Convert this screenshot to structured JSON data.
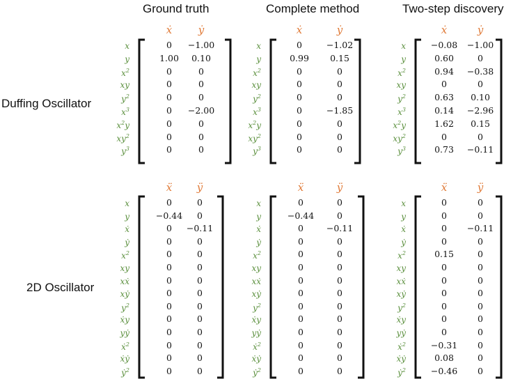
{
  "headers": {
    "ground_truth": "Ground truth",
    "complete": "Complete  method",
    "two_step": "Two-step discovery"
  },
  "systems": {
    "duffing": "Duffing Oscillator",
    "osc2d": "2D Oscillator"
  },
  "duffing": {
    "cols": [
      "ẋ",
      "ẏ"
    ],
    "rows": [
      "x",
      "y",
      "x<sup>2</sup>",
      "xy",
      "y<sup>2</sup>",
      "x<sup>3</sup>",
      "x<sup>2</sup>y",
      "xy<sup>2</sup>",
      "y<sup>3</sup>"
    ],
    "ground_truth": [
      [
        "0",
        "−1.00"
      ],
      [
        "1.00",
        "0.10"
      ],
      [
        "0",
        "0"
      ],
      [
        "0",
        "0"
      ],
      [
        "0",
        "0"
      ],
      [
        "0",
        "−2.00"
      ],
      [
        "0",
        "0"
      ],
      [
        "0",
        "0"
      ],
      [
        "0",
        "0"
      ]
    ],
    "complete": [
      [
        "0",
        "−1.02"
      ],
      [
        "0.99",
        "0.15"
      ],
      [
        "0",
        "0"
      ],
      [
        "0",
        "0"
      ],
      [
        "0",
        "0"
      ],
      [
        "0",
        "−1.85"
      ],
      [
        "0",
        "0"
      ],
      [
        "0",
        "0"
      ],
      [
        "0",
        "0"
      ]
    ],
    "two_step": [
      [
        "−0.08",
        "−1.00"
      ],
      [
        "0.60",
        "0"
      ],
      [
        "0.94",
        "−0.38"
      ],
      [
        "0",
        "0"
      ],
      [
        "0.63",
        "0.10"
      ],
      [
        "0.14",
        "−2.96"
      ],
      [
        "1.62",
        "0.15"
      ],
      [
        "0",
        "0"
      ],
      [
        "0.73",
        "−0.11"
      ]
    ]
  },
  "osc2d": {
    "cols": [
      "ẍ",
      "ÿ"
    ],
    "rows": [
      "x",
      "y",
      "ẋ",
      "ẏ",
      "x<sup>2</sup>",
      "xy",
      "xẋ",
      "xẏ",
      "y<sup>2</sup>",
      "ẋy",
      "yẏ",
      "ẋ<sup>2</sup>",
      "ẋẏ",
      "ẏ<sup>2</sup>"
    ],
    "ground_truth": [
      [
        "0",
        "0"
      ],
      [
        "−0.44",
        "0"
      ],
      [
        "0",
        "−0.11"
      ],
      [
        "0",
        "0"
      ],
      [
        "0",
        "0"
      ],
      [
        "0",
        "0"
      ],
      [
        "0",
        "0"
      ],
      [
        "0",
        "0"
      ],
      [
        "0",
        "0"
      ],
      [
        "0",
        "0"
      ],
      [
        "0",
        "0"
      ],
      [
        "0",
        "0"
      ],
      [
        "0",
        "0"
      ],
      [
        "0",
        "0"
      ]
    ],
    "complete": [
      [
        "0",
        "0"
      ],
      [
        "−0.44",
        "0"
      ],
      [
        "0",
        "−0.11"
      ],
      [
        "0",
        "0"
      ],
      [
        "0",
        "0"
      ],
      [
        "0",
        "0"
      ],
      [
        "0",
        "0"
      ],
      [
        "0",
        "0"
      ],
      [
        "0",
        "0"
      ],
      [
        "0",
        "0"
      ],
      [
        "0",
        "0"
      ],
      [
        "0",
        "0"
      ],
      [
        "0",
        "0"
      ],
      [
        "0",
        "0"
      ]
    ],
    "two_step": [
      [
        "0",
        "0"
      ],
      [
        "0",
        "0"
      ],
      [
        "0",
        "−0.11"
      ],
      [
        "0",
        "0"
      ],
      [
        "0.15",
        "0"
      ],
      [
        "0",
        "0"
      ],
      [
        "0",
        "0"
      ],
      [
        "0",
        "0"
      ],
      [
        "0",
        "0"
      ],
      [
        "0",
        "0"
      ],
      [
        "0",
        "0"
      ],
      [
        "−0.31",
        "0"
      ],
      [
        "0.08",
        "0"
      ],
      [
        "−0.46",
        "0"
      ]
    ]
  }
}
